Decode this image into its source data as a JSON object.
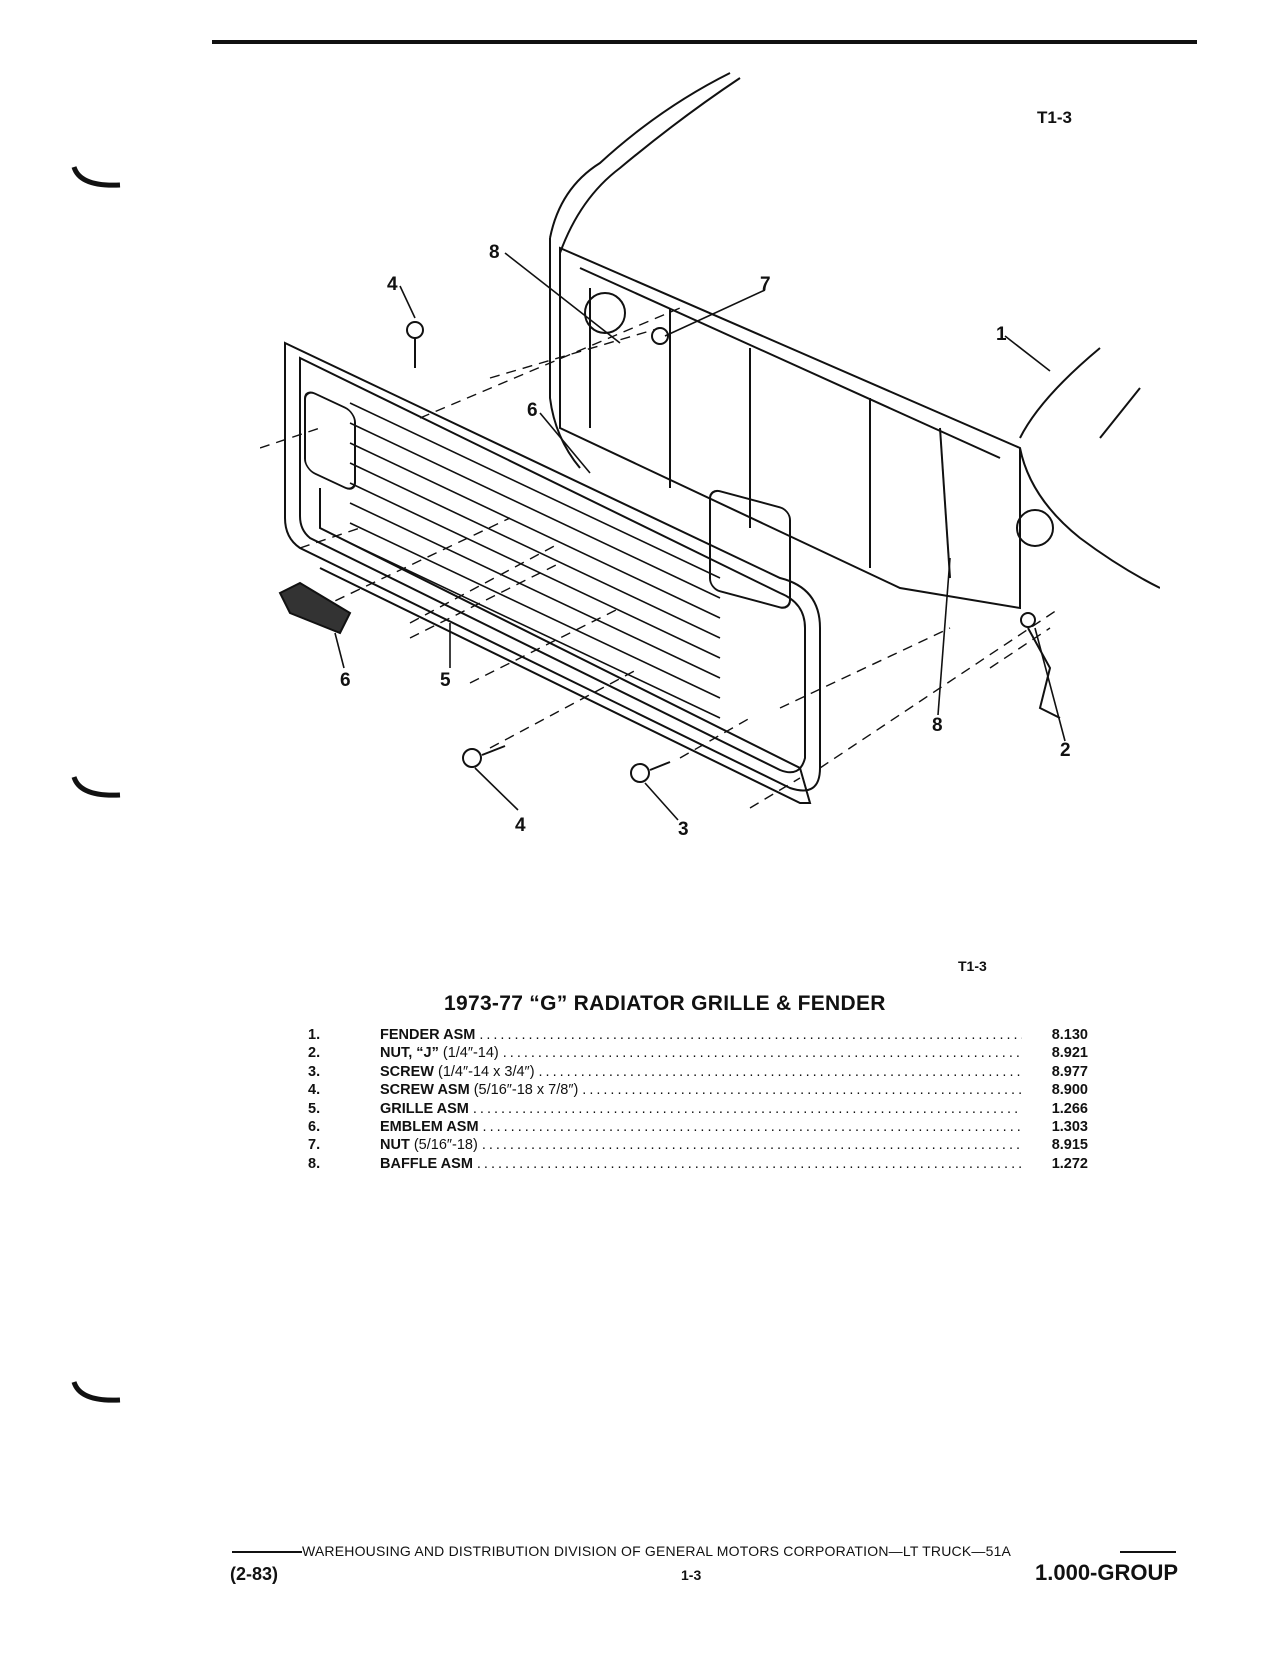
{
  "figure_code": "T1-3",
  "diagram": {
    "callouts": [
      "1",
      "2",
      "3",
      "4",
      "4",
      "5",
      "6",
      "6",
      "7",
      "8",
      "8"
    ]
  },
  "caption": "1973-77 “G” RADIATOR GRILLE & FENDER",
  "parts": [
    {
      "num": "1.",
      "name": "FENDER ASM",
      "spec": "",
      "code": "8.130"
    },
    {
      "num": "2.",
      "name": "NUT, “J”",
      "spec": "(1/4″-14)",
      "code": "8.921"
    },
    {
      "num": "3.",
      "name": "SCREW",
      "spec": "(1/4″-14 x 3/4″)",
      "code": "8.977"
    },
    {
      "num": "4.",
      "name": "SCREW ASM",
      "spec": "(5/16″-18 x 7/8″)",
      "code": "8.900"
    },
    {
      "num": "5.",
      "name": "GRILLE ASM",
      "spec": "",
      "code": "1.266"
    },
    {
      "num": "6.",
      "name": "EMBLEM ASM",
      "spec": "",
      "code": "1.303"
    },
    {
      "num": "7.",
      "name": "NUT",
      "spec": "(5/16″-18)",
      "code": "8.915"
    },
    {
      "num": "8.",
      "name": "BAFFLE ASM",
      "spec": "",
      "code": "1.272"
    }
  ],
  "footer": {
    "division": "WAREHOUSING AND DISTRIBUTION  DIVISION OF GENERAL MOTORS CORPORATION—LT TRUCK—51A",
    "date_code": "(2-83)",
    "page": "1-3",
    "group": "1.000-GROUP"
  }
}
